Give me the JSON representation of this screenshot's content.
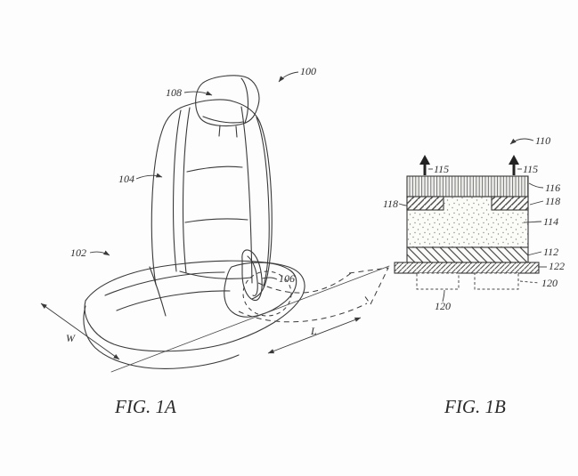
{
  "figure_1a": {
    "caption": "FIG. 1A",
    "ref_labels": {
      "assembly": "100",
      "seat_cushion": "102",
      "seat_back": "104",
      "recline_lever": "106",
      "headrest": "108"
    },
    "dimensions": {
      "width": "W",
      "length": "L"
    }
  },
  "figure_1b": {
    "caption": "FIG. 1B",
    "ref_labels": {
      "assembly": "110",
      "airflow_left": "115",
      "airflow_right": "115",
      "top_layer": "116",
      "insert_left": "118",
      "insert_right": "118",
      "middle_layer": "114",
      "lower_layer": "112",
      "base_plate": "122",
      "block_right": "120",
      "block_bottom": "120"
    }
  },
  "colors": {
    "line": "#3a3a3a",
    "background": "#fdfdfd"
  }
}
